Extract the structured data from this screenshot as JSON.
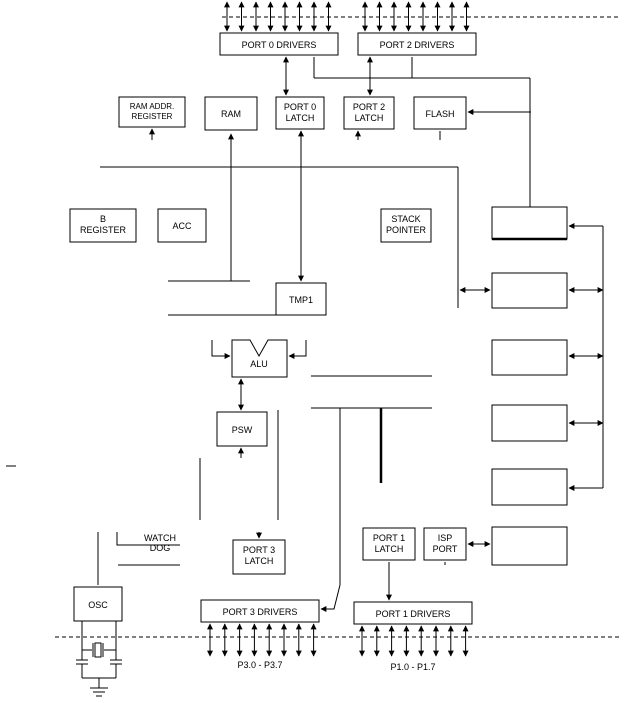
{
  "blocks": {
    "port0_drivers": "PORT 0 DRIVERS",
    "port2_drivers": "PORT 2 DRIVERS",
    "ram_addr_register": [
      "RAM ADDR.",
      "REGISTER"
    ],
    "ram": "RAM",
    "port0_latch": [
      "PORT 0",
      "LATCH"
    ],
    "port2_latch": [
      "PORT 2",
      "LATCH"
    ],
    "flash": "FLASH",
    "b_register": [
      "B",
      "REGISTER"
    ],
    "acc": "ACC",
    "stack_pointer": [
      "STACK",
      "POINTER"
    ],
    "tmp1": "TMP1",
    "alu": "ALU",
    "psw": "PSW",
    "watch_dog": [
      "WATCH",
      "DOG"
    ],
    "port3_latch": [
      "PORT 3",
      "LATCH"
    ],
    "port1_latch": [
      "PORT 1",
      "LATCH"
    ],
    "isp_port": [
      "ISP",
      "PORT"
    ],
    "osc": "OSC",
    "port3_drivers": "PORT 3 DRIVERS",
    "port1_drivers": "PORT 1 DRIVERS"
  },
  "pins": {
    "port3": "P3.0 - P3.7",
    "port1": "P1.0 - P1.7"
  }
}
